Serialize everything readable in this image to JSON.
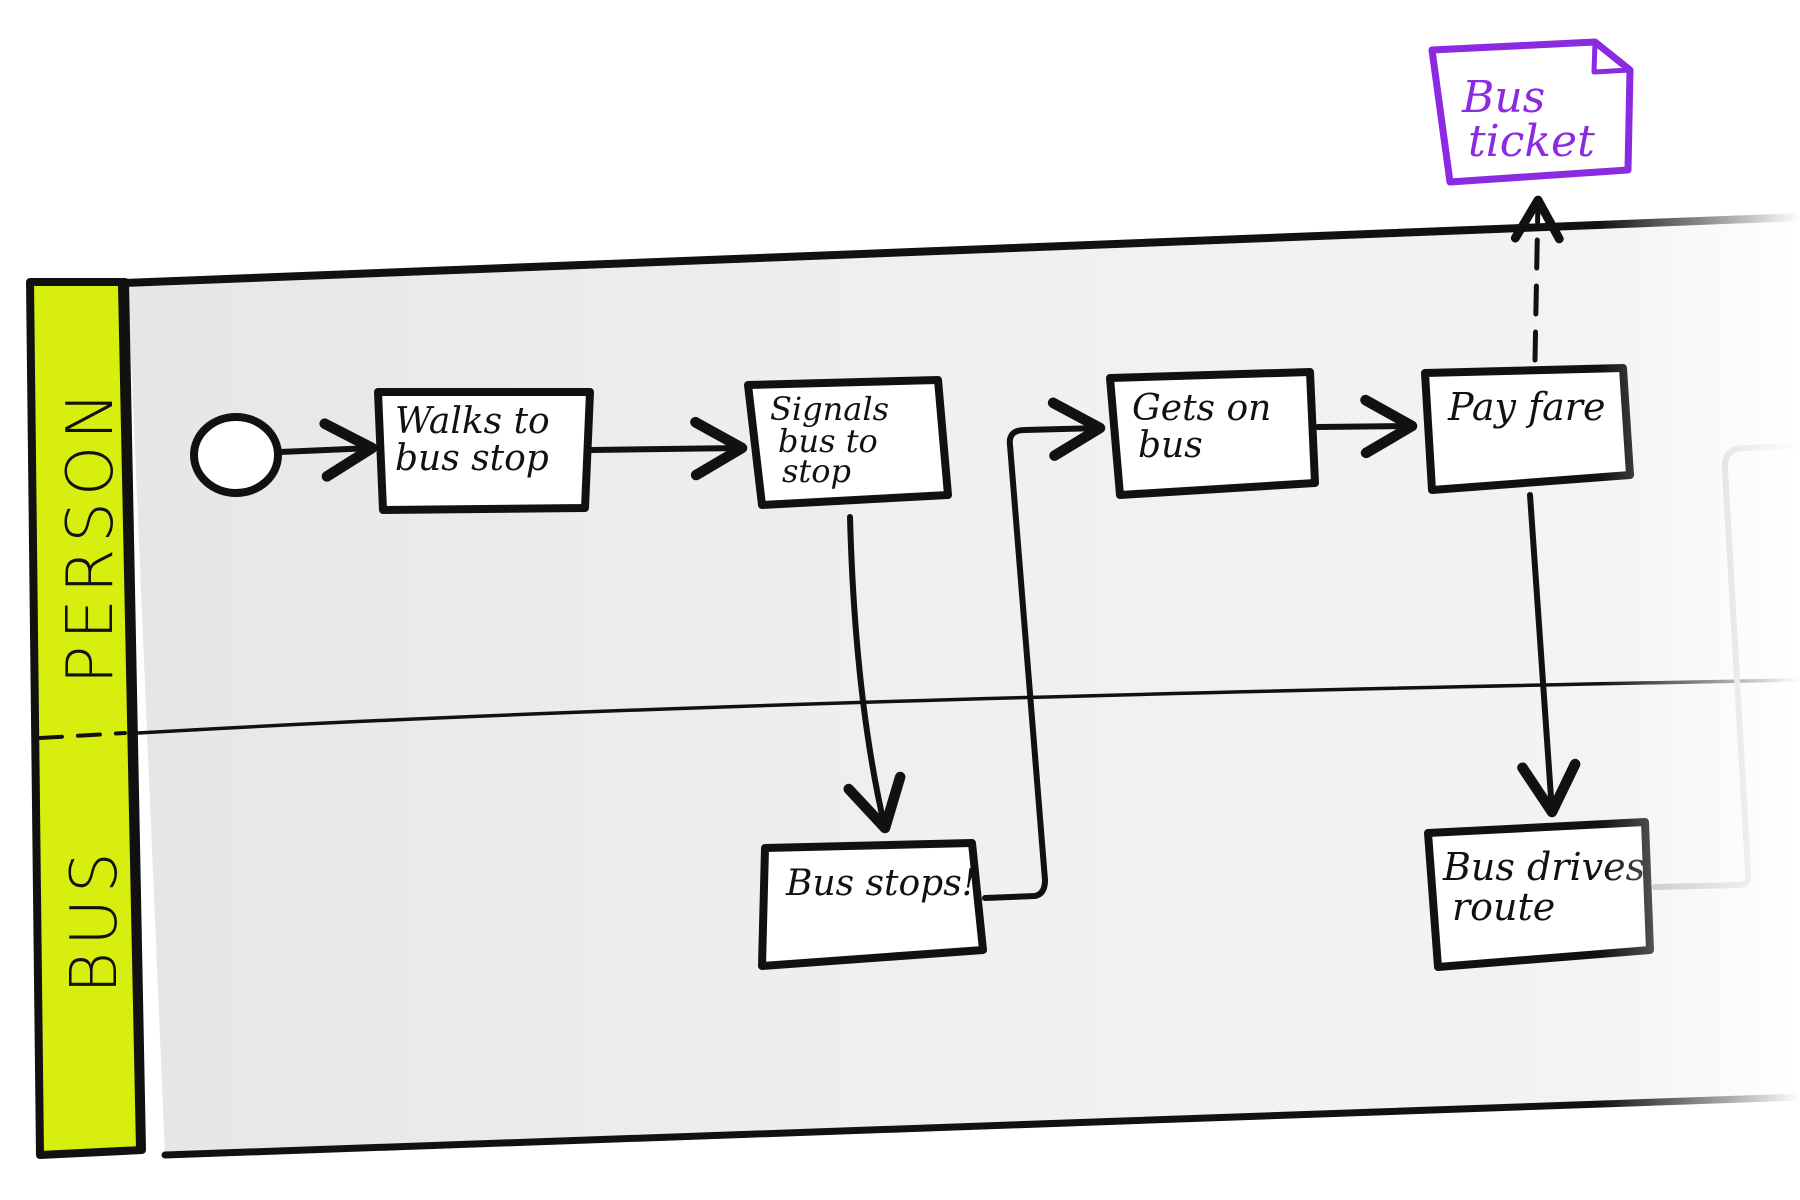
{
  "lanes": {
    "person": "PERSON",
    "bus": "BUS"
  },
  "tasks": {
    "walks": [
      "Walks to",
      "bus stop"
    ],
    "signals": [
      "Signals",
      "bus to",
      "stop"
    ],
    "gets_on": [
      "Gets on",
      "bus"
    ],
    "pay": [
      "Pay fare"
    ],
    "bus_stops": [
      "Bus stops!"
    ],
    "drives": [
      "Bus drives",
      "route"
    ]
  },
  "artifact": [
    "Bus",
    "ticket"
  ],
  "colors": {
    "lane_header": "#d8ee0e",
    "pool_background": "#eeeeee",
    "artifact": "#8a2be2",
    "ink": "#111111"
  }
}
